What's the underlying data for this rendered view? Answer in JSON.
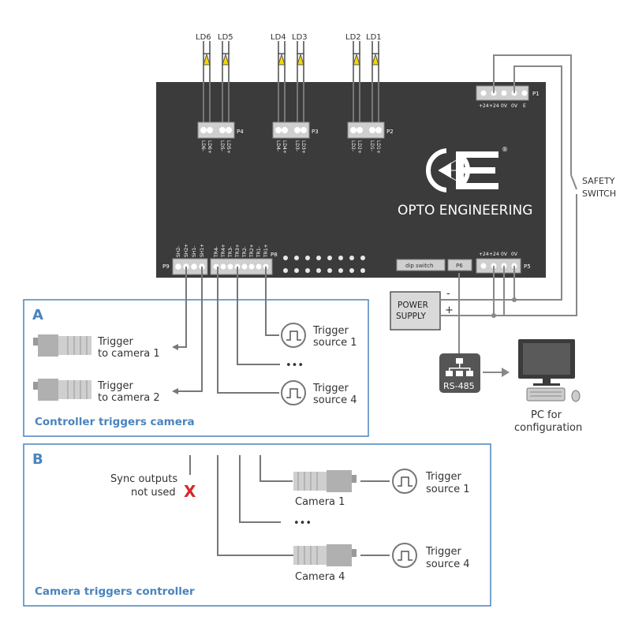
{
  "colors": {
    "accent": "#4a84bd",
    "controller_body": "#3b3b3b",
    "led": "#f5d800",
    "cross": "#d9262c"
  },
  "controller": {
    "brand": "OPTO ENGINEERING",
    "registered_mark": "®",
    "leds": {
      "ld6": "LD6",
      "ld5": "LD5",
      "ld4": "LD4",
      "ld3": "LD3",
      "ld2": "LD2",
      "ld1": "LD1"
    },
    "ports": {
      "p1": "P1",
      "p2": "P2",
      "p3": "P3",
      "p4": "P4",
      "p5": "P5",
      "p6": "P6",
      "p8": "P8",
      "p9": "P9",
      "dip": "dip switch"
    },
    "p1_pins": [
      "+24",
      "+24",
      "0V",
      "0V",
      "E"
    ],
    "p5_pins": [
      "+24",
      "+24",
      "0V",
      "0V"
    ],
    "p4_pins": [
      "LD6-",
      "LD6+",
      "LD5-",
      "LD5+"
    ],
    "p3_pins": [
      "LD4-",
      "LD4+",
      "LD3-",
      "LD3+"
    ],
    "p2_pins": [
      "LD2-",
      "LD2+",
      "LD1-",
      "LD1+"
    ],
    "p9_pins": [
      "SH2-",
      "SH2+",
      "SH1-",
      "SH1+"
    ],
    "p8_pins": [
      "TR4-",
      "TR4+",
      "TR3-",
      "TR3+",
      "TR2-",
      "TR2+",
      "TR1-",
      "TR1+"
    ]
  },
  "safety_switch": {
    "line1": "SAFETY",
    "line2": "SWITCH"
  },
  "power_supply": {
    "line1": "POWER",
    "line2": "SUPPLY",
    "minus": "-",
    "plus": "+"
  },
  "rs485": "RS-485",
  "pc": {
    "line1": "PC for",
    "line2": "configuration"
  },
  "section_a": {
    "letter": "A",
    "caption": "Controller triggers camera",
    "cam1": {
      "line1": "Trigger",
      "line2": "to camera 1"
    },
    "cam2": {
      "line1": "Trigger",
      "line2": "to camera 2"
    },
    "src1": {
      "line1": "Trigger",
      "line2": "source 1"
    },
    "src4": {
      "line1": "Trigger",
      "line2": "source 4"
    },
    "ellipsis": "•••"
  },
  "section_b": {
    "letter": "B",
    "caption": "Camera triggers controller",
    "sync_line1": "Sync outputs",
    "sync_line2": "not used",
    "cross": "X",
    "camera1": "Camera 1",
    "camera4": "Camera 4",
    "src1": {
      "line1": "Trigger",
      "line2": "source 1"
    },
    "src4": {
      "line1": "Trigger",
      "line2": "source 4"
    },
    "ellipsis": "•••"
  }
}
